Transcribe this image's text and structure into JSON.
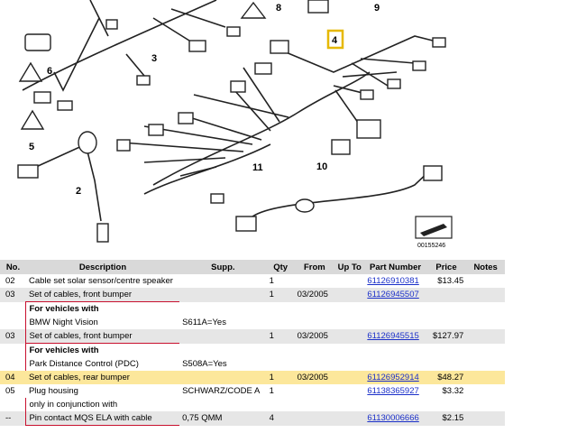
{
  "diagram": {
    "callouts": [
      "2",
      "3",
      "4",
      "5",
      "6",
      "8",
      "9",
      "10",
      "11"
    ],
    "highlighted_callout": "4",
    "image_code": "00155246"
  },
  "table": {
    "headers": [
      "No.",
      "Description",
      "Supp.",
      "Qty",
      "From",
      "Up To",
      "Part Number",
      "Price",
      "Notes"
    ],
    "rows": [
      {
        "no": "02",
        "desc": "Cable set solar sensor/centre speaker",
        "supp": "",
        "qty": "1",
        "from": "",
        "upto": "",
        "pn": "61126910381",
        "price": "$13.45",
        "notes": ""
      },
      {
        "no": "03",
        "desc": "Set of cables, front bumper",
        "supp": "",
        "qty": "1",
        "from": "03/2005",
        "upto": "",
        "pn": "61126945507",
        "price": "",
        "notes": ""
      },
      {
        "no": "",
        "desc": "For vehicles with",
        "supp": "",
        "qty": "",
        "from": "",
        "upto": "",
        "pn": "",
        "price": "",
        "notes": ""
      },
      {
        "no": "",
        "desc": "BMW Night Vision",
        "supp": "S611A=Yes",
        "qty": "",
        "from": "",
        "upto": "",
        "pn": "",
        "price": "",
        "notes": ""
      },
      {
        "no": "03",
        "desc": "Set of cables, front bumper",
        "supp": "",
        "qty": "1",
        "from": "03/2005",
        "upto": "",
        "pn": "61126945515",
        "price": "$127.97",
        "notes": ""
      },
      {
        "no": "",
        "desc": "For vehicles with",
        "supp": "",
        "qty": "",
        "from": "",
        "upto": "",
        "pn": "",
        "price": "",
        "notes": ""
      },
      {
        "no": "",
        "desc": "Park Distance Control (PDC)",
        "supp": "S508A=Yes",
        "qty": "",
        "from": "",
        "upto": "",
        "pn": "",
        "price": "",
        "notes": ""
      },
      {
        "no": "04",
        "desc": "Set of cables, rear bumper",
        "supp": "",
        "qty": "1",
        "from": "03/2005",
        "upto": "",
        "pn": "61126952914",
        "price": "$48.27",
        "notes": ""
      },
      {
        "no": "05",
        "desc": "Plug housing",
        "supp": "SCHWARZ/CODE A",
        "qty": "1",
        "from": "",
        "upto": "",
        "pn": "61138365927",
        "price": "$3.32",
        "notes": ""
      },
      {
        "no": "",
        "desc": "only in conjunction with",
        "supp": "",
        "qty": "",
        "from": "",
        "upto": "",
        "pn": "",
        "price": "",
        "notes": ""
      },
      {
        "no": "--",
        "desc": "Pin contact MQS ELA with cable",
        "supp": "0,75 QMM",
        "qty": "4",
        "from": "",
        "upto": "",
        "pn": "61130006666",
        "price": "$2.15",
        "notes": ""
      }
    ]
  }
}
